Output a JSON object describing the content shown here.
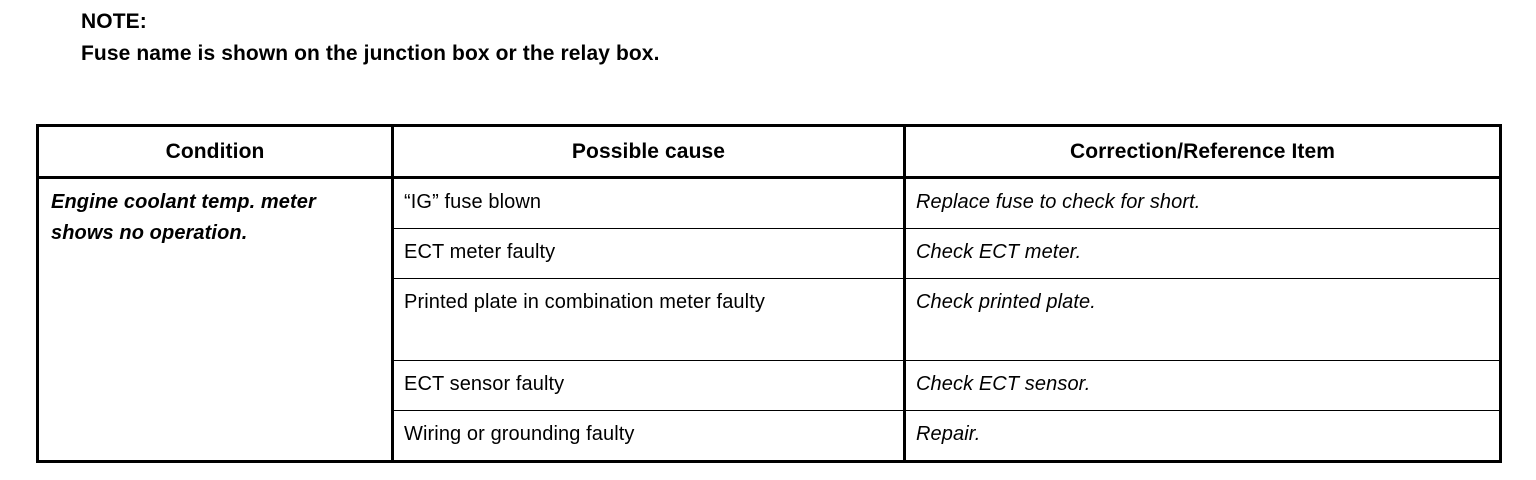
{
  "note": {
    "heading": "NOTE:",
    "body": "Fuse name is shown on the junction box or the relay box."
  },
  "table": {
    "headers": {
      "condition": "Condition",
      "possible_cause": "Possible cause",
      "correction": "Correction/Reference Item"
    },
    "condition": "Engine coolant temp. meter shows no operation.",
    "rows": [
      {
        "cause": "“IG” fuse blown",
        "correction": "Replace fuse to check for short."
      },
      {
        "cause": "ECT meter faulty",
        "correction": "Check ECT meter."
      },
      {
        "cause": "Printed plate in combination meter faulty",
        "correction": "Check printed plate."
      },
      {
        "cause": "ECT sensor faulty",
        "correction": "Check ECT sensor."
      },
      {
        "cause": "Wiring or grounding faulty",
        "correction": "Repair."
      }
    ]
  },
  "colors": {
    "background": "#ffffff",
    "text": "#000000",
    "border": "#000000"
  }
}
